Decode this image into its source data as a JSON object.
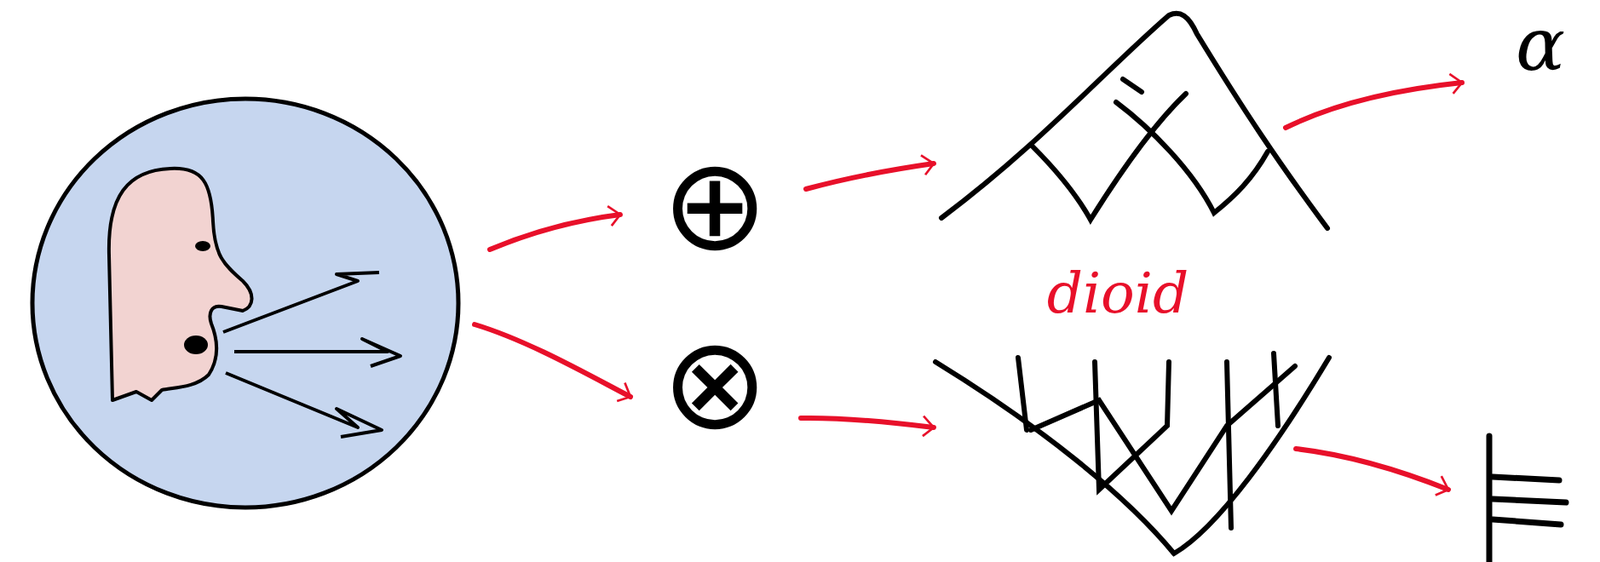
{
  "diagram": {
    "labels": [
      "⊕",
      "α",
      "dioid",
      "⊗"
    ]
  }
}
